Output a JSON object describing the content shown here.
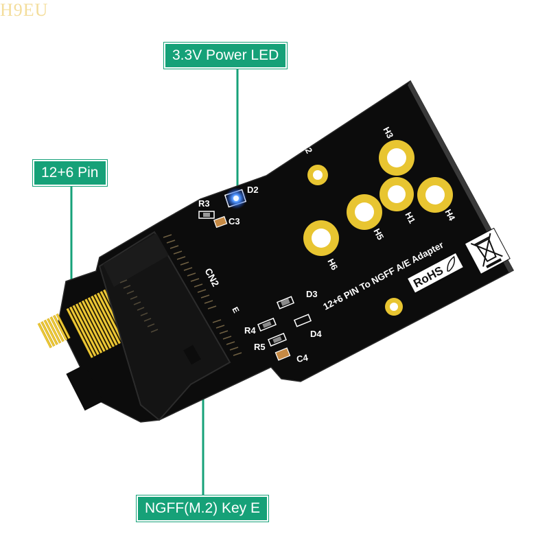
{
  "watermark": "H9EU",
  "callouts": {
    "led": "3.3V Power  LED",
    "pin": "12+6 Pin",
    "ngff": "NGFF(M.2) Key E"
  },
  "board": {
    "title": "12+6 PIN To NGFF A/E Adapter",
    "rohs": "RoHS",
    "connector_ref": "CN2",
    "key_letter": "E",
    "refs": {
      "r3": "R3",
      "d2": "D2",
      "c3": "C3",
      "d3": "D3",
      "r4": "R4",
      "r5": "R5",
      "d4": "D4",
      "c4": "C4",
      "h1": "H1",
      "h2": "H2",
      "h3": "H3",
      "h4": "H4",
      "h5": "H5",
      "h6": "H6"
    }
  },
  "colors": {
    "accent": "#16a178",
    "pcb": "#0d0d0d",
    "gold": "#e8c531",
    "led": "#2f7bff"
  }
}
